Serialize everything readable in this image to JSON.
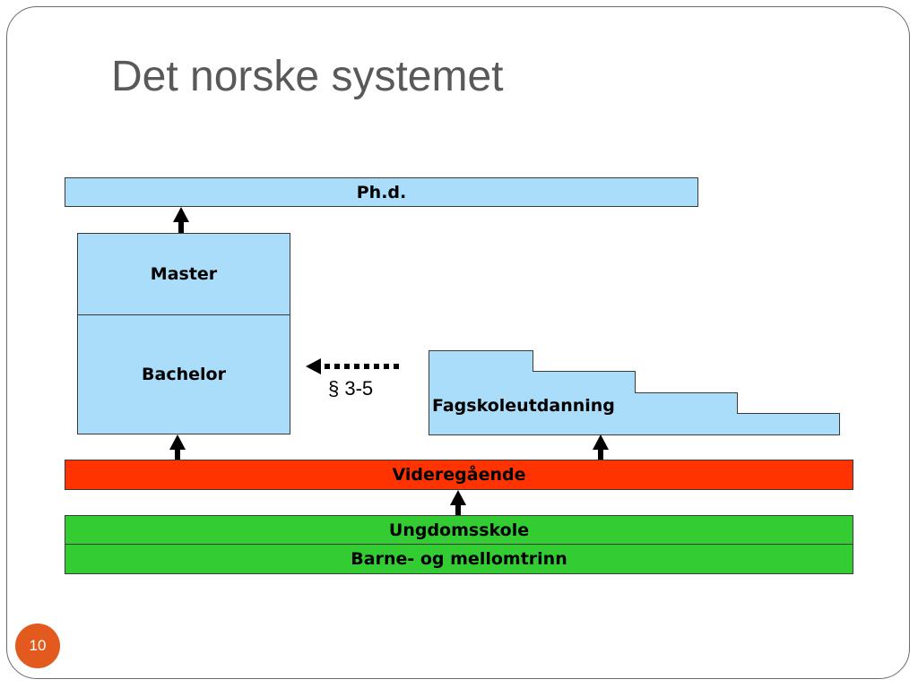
{
  "slide": {
    "title": "Det norske systemet",
    "slide_number": "10"
  },
  "diagram": {
    "phd": "Ph.d.",
    "master": "Master",
    "bachelor": "Bachelor",
    "fagskole": "Fagskoleutdanning",
    "paragraph": "§ 3-5",
    "videregaende": "Videregående",
    "ungdomsskole": "Ungdomsskole",
    "barne": "Barne- og mellomtrinn"
  },
  "colors": {
    "higher_education": "#a9ddf9",
    "upper_secondary": "#ff3300",
    "primary_lower": "#33cc33",
    "slide_number_badge": "#e35a1e"
  }
}
